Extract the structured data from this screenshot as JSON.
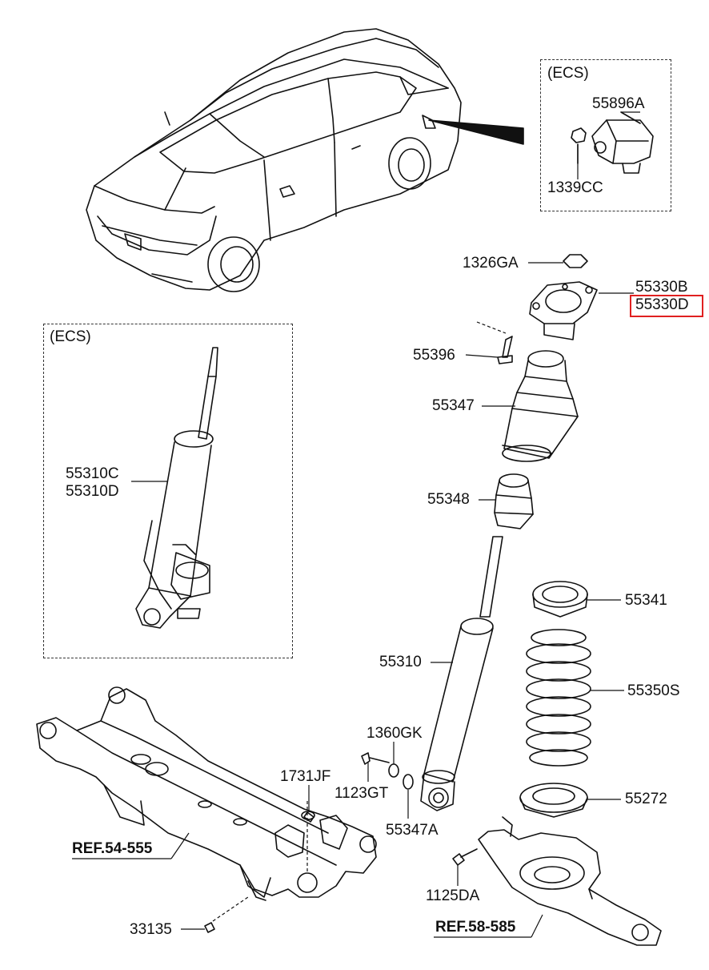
{
  "ecs_box_top": {
    "title": "(ECS)",
    "labels": [
      "55896A",
      "1339CC"
    ]
  },
  "ecs_box_left": {
    "title": "(ECS)",
    "labels": [
      "55310C",
      "55310D"
    ]
  },
  "parts": {
    "p1326GA": "1326GA",
    "p55330B": "55330B",
    "p55330D": "55330D",
    "p55396": "55396",
    "p55347": "55347",
    "p55348": "55348",
    "p55341": "55341",
    "p55310": "55310",
    "p55350S": "55350S",
    "p1360GK": "1360GK",
    "p1731JF": "1731JF",
    "p1123GT": "1123GT",
    "p55272": "55272",
    "p55347A": "55347A",
    "p1125DA": "1125DA",
    "p33135": "33135"
  },
  "refs": {
    "ref_left": "REF.54-555",
    "ref_right": "REF.58-585"
  },
  "highlight": {
    "part": "55330D",
    "color": "#e02020"
  }
}
